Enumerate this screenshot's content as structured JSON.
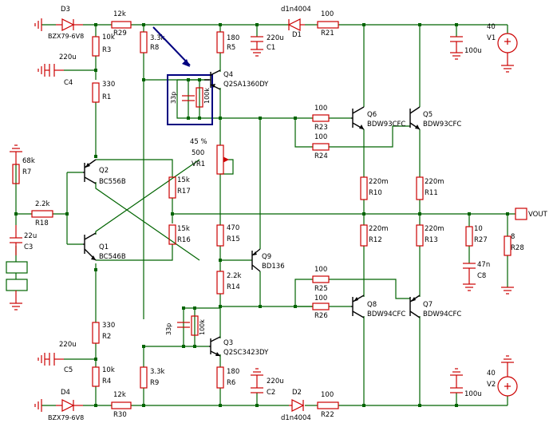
{
  "parts": {
    "D3": [
      "D3",
      "BZX79-6V8"
    ],
    "D4": [
      "D4",
      "BZX79-6V8"
    ],
    "R29": [
      "12k",
      "R29"
    ],
    "R30": [
      "12k",
      "R30"
    ],
    "R3": [
      "10k",
      "R3"
    ],
    "R4": [
      "10k",
      "R4"
    ],
    "C4": [
      "220u",
      "C4"
    ],
    "C5": [
      "220u",
      "C5"
    ],
    "R1": [
      "330",
      "R1"
    ],
    "R2": [
      "330",
      "R2"
    ],
    "R8": [
      "3.3k",
      "R8"
    ],
    "R9": [
      "3.3k",
      "R9"
    ],
    "R5": [
      "180",
      "R5"
    ],
    "R6": [
      "180",
      "R6"
    ],
    "C1": [
      "220u",
      "C1"
    ],
    "C2": [
      "220u",
      "C2"
    ],
    "D1": [
      "d1n4004",
      "D1"
    ],
    "D2": [
      "d1n4004",
      "D2"
    ],
    "R21": [
      "100",
      "R21"
    ],
    "R22": [
      "100",
      "R22"
    ],
    "V1": [
      "40",
      "V1"
    ],
    "V2": [
      "40",
      "V2"
    ],
    "C6": [
      "100u"
    ],
    "C7": [
      "100u"
    ],
    "Q4": [
      "Q4",
      "Q2SA1360DY"
    ],
    "Q3": [
      "Q3",
      "Q2SC3423DY"
    ],
    "C_Q4": [
      "33p"
    ],
    "R_Q4": [
      "100k"
    ],
    "C_Q3": [
      "33p"
    ],
    "R_Q3": [
      "100k"
    ],
    "R23": [
      "100",
      "R23"
    ],
    "R24": [
      "100",
      "R24"
    ],
    "R25": [
      "100",
      "R25"
    ],
    "R26": [
      "100",
      "R26"
    ],
    "Q6": [
      "Q6",
      "BDW93CFC"
    ],
    "Q5": [
      "Q5",
      "BDW93CFC"
    ],
    "Q8": [
      "Q8",
      "BDW94CFC"
    ],
    "Q7": [
      "Q7",
      "BDW94CFC"
    ],
    "VR1": [
      "45 %",
      "500",
      "VR1"
    ],
    "R7": [
      "68k",
      "R7"
    ],
    "R18": [
      "2.2k",
      "R18"
    ],
    "C3": [
      "22u",
      "C3"
    ],
    "Q2": [
      "Q2",
      "BC556B"
    ],
    "Q1": [
      "Q1",
      "BC546B"
    ],
    "R17": [
      "15k",
      "R17"
    ],
    "R16": [
      "15k",
      "R16"
    ],
    "R15": [
      "470",
      "R15"
    ],
    "R14": [
      "2.2k",
      "R14"
    ],
    "Q9": [
      "Q9",
      "BD136"
    ],
    "R10": [
      "220m",
      "R10"
    ],
    "R11": [
      "220m",
      "R11"
    ],
    "R12": [
      "220m",
      "R12"
    ],
    "R13": [
      "220m",
      "R13"
    ],
    "R27": [
      "10",
      "R27"
    ],
    "C8": [
      "47n",
      "C8"
    ],
    "R28": [
      "8",
      "R28"
    ],
    "VOUT": [
      "VOUT"
    ]
  },
  "colors": {
    "wire": "#006400",
    "component": "#cc0000",
    "body": "#000000",
    "highlight": "#000080"
  }
}
